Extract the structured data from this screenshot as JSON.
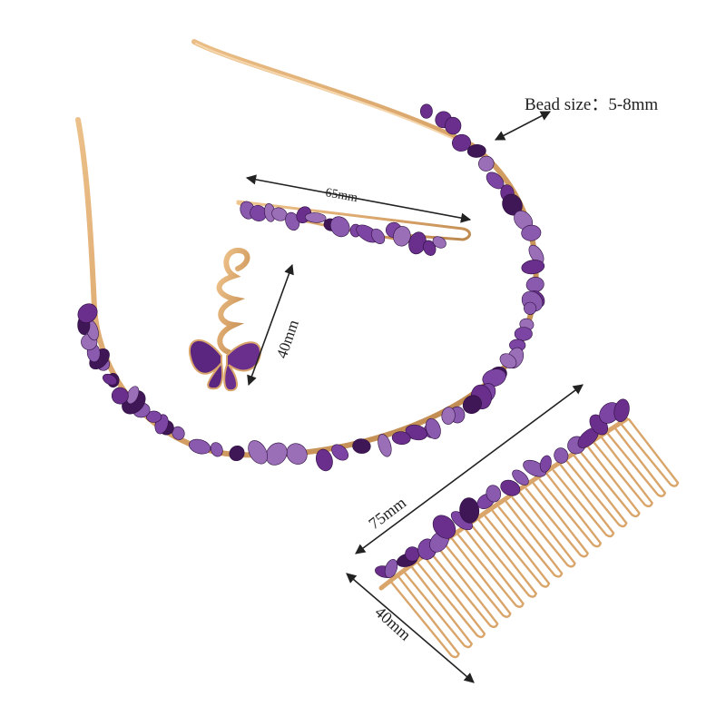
{
  "labels": {
    "bead_size": "Bead size：5-8mm",
    "clip_length": "65mm",
    "charm_length": "40mm",
    "comb_length": "75mm",
    "comb_width": "40mm"
  },
  "colors": {
    "background": "#ffffff",
    "gold": "#d9a56a",
    "gold_dark": "#b98449",
    "amethyst": "#6a2f8c",
    "amethyst_light": "#9b6fb8",
    "amethyst_dark": "#3f1656",
    "dimension_line": "#222222"
  }
}
